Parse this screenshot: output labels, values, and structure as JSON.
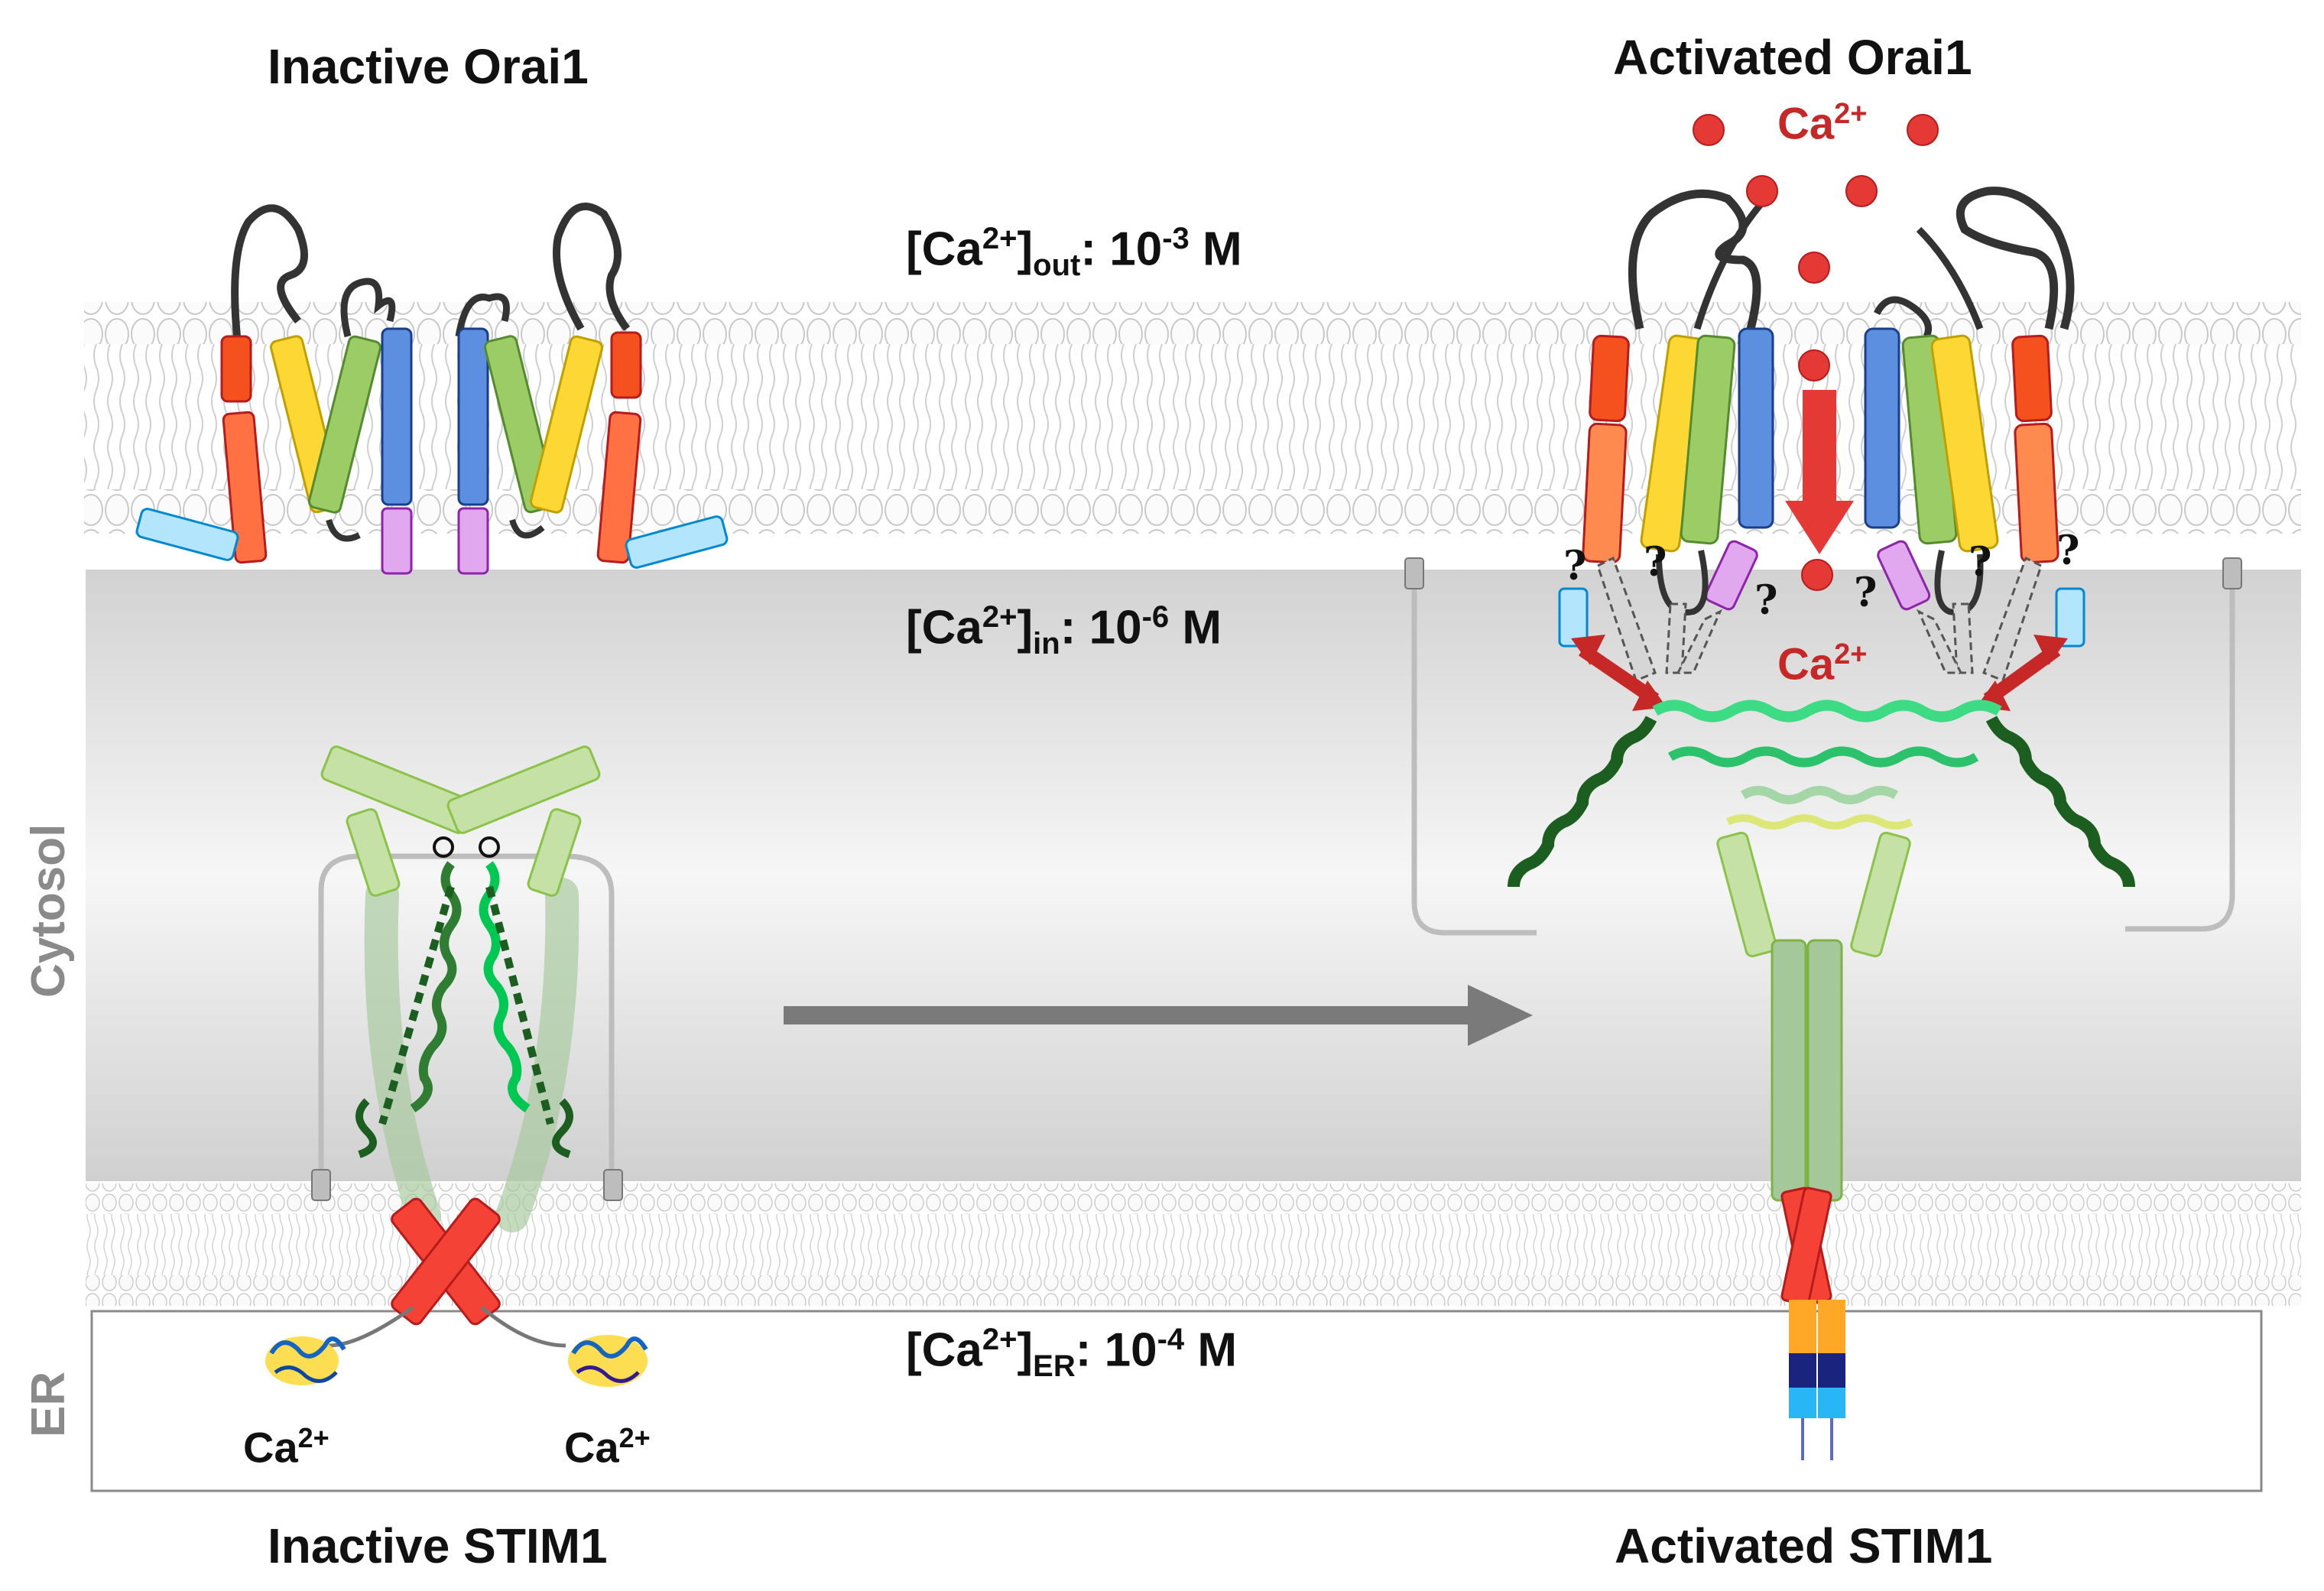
{
  "titles": {
    "inactive_orai": "Inactive Orai1",
    "activated_orai": "Activated Orai1",
    "inactive_stim": "Inactive STIM1",
    "activated_stim": "Activated STIM1"
  },
  "compartments": {
    "cytosol": "Cytosol",
    "er": "ER"
  },
  "concentrations": {
    "out": {
      "base": "[Ca",
      "charge": "2+",
      "sub": "out",
      "value": ": 10",
      "exp": "-3",
      "unit": " M"
    },
    "in": {
      "base": "[Ca",
      "charge": "2+",
      "sub": "in",
      "value": ": 10",
      "exp": "-6",
      "unit": " M"
    },
    "er": {
      "base": "[Ca",
      "charge": "2+",
      "sub": "ER",
      "value": ": 10",
      "exp": "-4",
      "unit": " M"
    }
  },
  "ions": {
    "symbol": "Ca",
    "charge": "2+"
  },
  "question_mark": "?",
  "colors": {
    "calcium": "#e53935",
    "membrane_head": "#f7f7f7",
    "cytosol_gray": "#e2e2e2",
    "tm1": "#f4511e",
    "tm2": "#fdd835",
    "tm3": "#9ccc65",
    "tm4": "#5c8fe0",
    "pore_ext": "#ce93d8",
    "helix_light": "#3ddc84",
    "helix_dark": "#1b5e20",
    "stim_body": "#8bc34a",
    "red_arrow": "#c62828",
    "process_arrow": "#7a7a7a"
  }
}
